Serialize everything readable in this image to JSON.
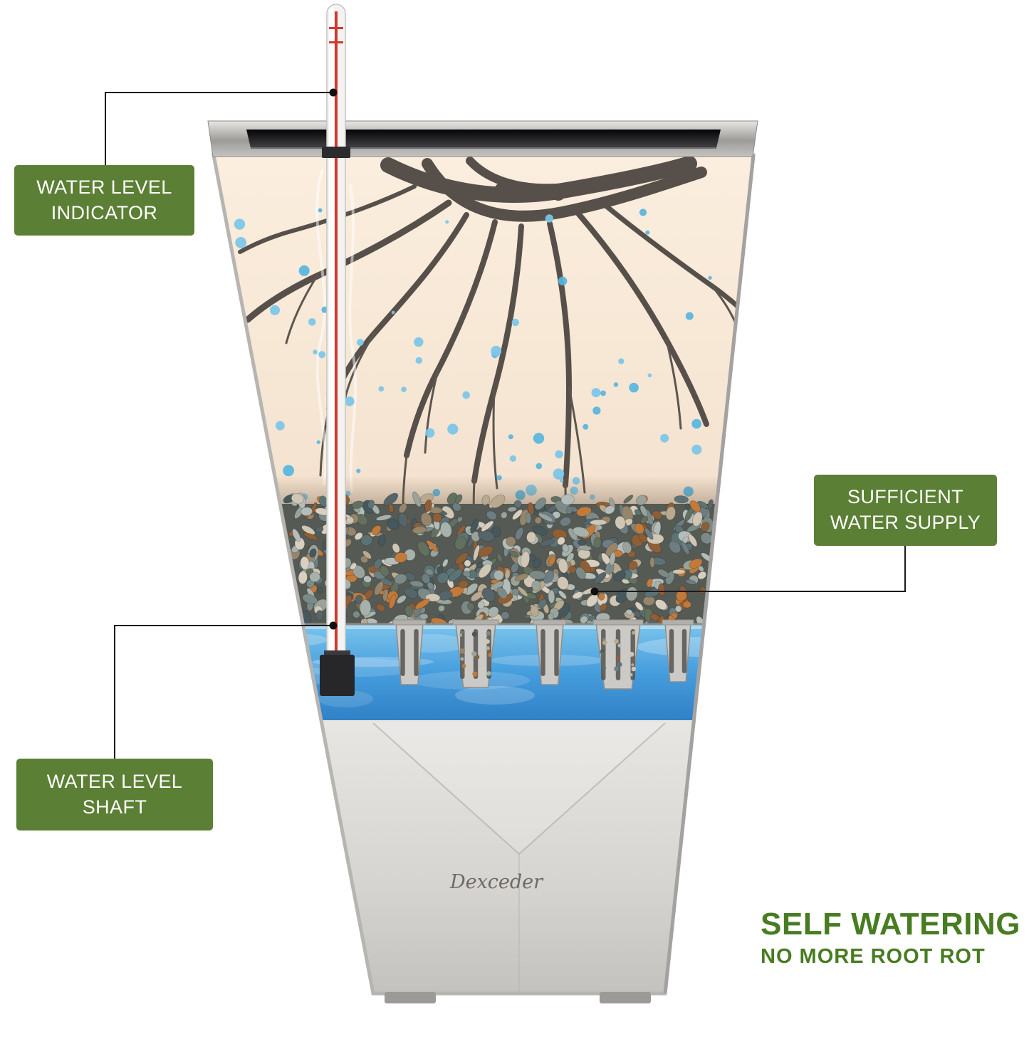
{
  "callouts": {
    "indicator": {
      "line1": "WATER LEVEL",
      "line2": "INDICATOR"
    },
    "supply": {
      "line1": "SUFFICIENT",
      "line2": "WATER SUPPLY"
    },
    "shaft": {
      "line1": "WATER LEVEL",
      "line2": "SHAFT"
    }
  },
  "headline": {
    "line1": "SELF WATERING",
    "line2": "NO MORE ROOT ROT"
  },
  "brand": {
    "name": "Dexceder"
  },
  "colors": {
    "callout_green": "#5b7f34",
    "headline_green": "#487c22",
    "soil_cream": "#f8e8d9",
    "root_brown": "#57504a",
    "droplet_blue": "#56b5de",
    "water_blue": "#3f96d6",
    "indicator_red": "#cf3a2c",
    "pot_gray": "#d6d4d0",
    "connector_black": "#1b1b1b"
  }
}
